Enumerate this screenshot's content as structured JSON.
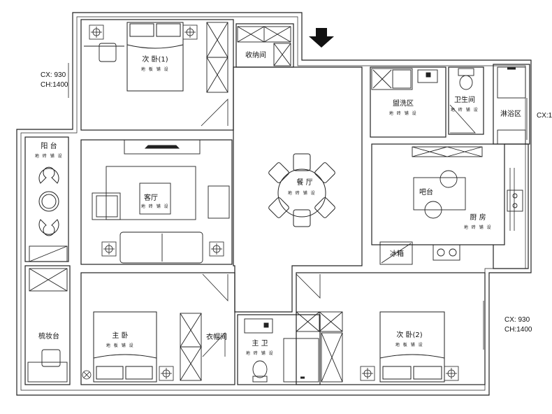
{
  "rooms": {
    "bedroom2": "次 卧(1)",
    "storage": "收纳间",
    "laundry": "盥洗区",
    "wc": "卫生间",
    "shower": "淋浴区",
    "balcony": "阳 台",
    "living": "客厅",
    "dining": "餐 厅",
    "bar": "吧台",
    "kitchen": "厨 房",
    "fridge": "冰箱",
    "master": "主 卧",
    "closet": "衣帽间",
    "master_bath": "主 卫",
    "bedroom3": "次 卧(2)",
    "vanity": "梳妆台"
  },
  "floor_labels": {
    "wood": "地 板 铺 设",
    "tile": "地 砖 铺 设"
  },
  "dims": {
    "left_cx": "CX: 930",
    "left_ch": "CH:1400",
    "right_cx": "CX:1",
    "bottom_cx": "CX: 930",
    "bottom_ch": "CH:1400"
  }
}
